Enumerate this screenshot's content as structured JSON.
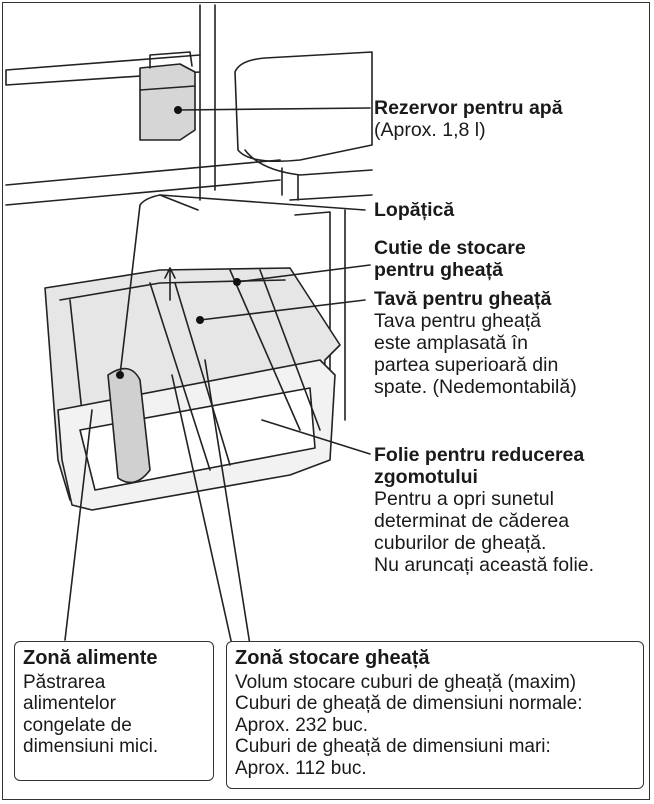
{
  "labels": {
    "water_tank": {
      "title": "Rezervor pentru apă",
      "desc": [
        "(Aprox. 1,8 l)"
      ]
    },
    "scoop": {
      "title": "Lopățică",
      "desc": []
    },
    "ice_box": {
      "title": "Cutie de stocare pentru gheață",
      "title_lines": [
        "Cutie de stocare",
        "pentru gheață"
      ],
      "desc": []
    },
    "ice_tray": {
      "title": "Tavă pentru gheață",
      "desc": [
        "Tava pentru gheață",
        "este amplasată în",
        "partea superioară din",
        "spate. (Nedemontabilă)"
      ]
    },
    "noise_sheet": {
      "title_lines": [
        "Folie pentru reducerea",
        "zgomotului"
      ],
      "desc": [
        "Pentru a opri sunetul",
        "determinat de căderea",
        "cuburilor de gheață.",
        "Nu aruncați această folie."
      ]
    }
  },
  "boxes": {
    "food_zone": {
      "title": "Zonă alimente",
      "lines": [
        "Păstrarea",
        "alimentelor",
        "congelate de",
        "dimensiuni mici."
      ]
    },
    "ice_zone": {
      "title": "Zonă stocare gheață",
      "lines": [
        "Volum stocare cuburi de gheață (maxim)",
        "Cuburi de gheață de dimensiuni normale:",
        "Aprox. 232 buc.",
        "Cuburi de gheață de dimensiuni mari:",
        "Aprox. 112 buc."
      ]
    }
  },
  "colors": {
    "line": "#222222",
    "shade": "#d9d9d9",
    "dark": "#9a9a9a"
  }
}
